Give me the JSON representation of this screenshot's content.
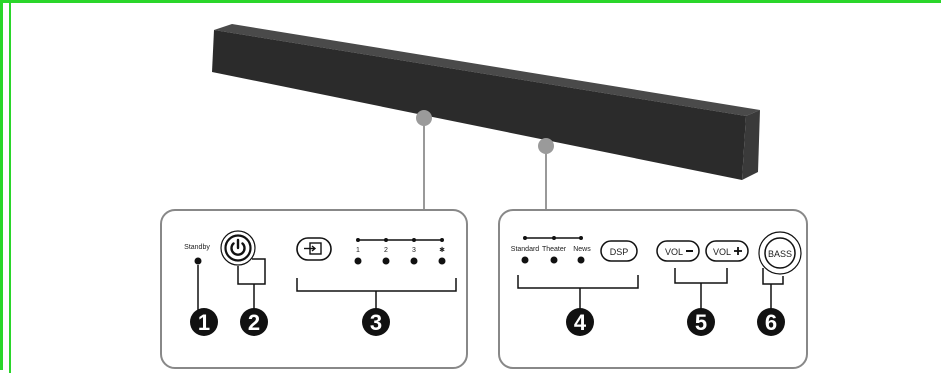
{
  "panel_left": {
    "standby_label": "Standby",
    "source_indicators": [
      "1",
      "2",
      "3",
      "✱"
    ],
    "callouts": [
      "1",
      "2",
      "3"
    ]
  },
  "panel_right": {
    "mode_labels": [
      "Standard",
      "Theater",
      "News"
    ],
    "dsp_label": "DSP",
    "vol_minus_label": "VOL",
    "vol_plus_label": "VOL",
    "bass_label": "BASS",
    "callouts": [
      "4",
      "5",
      "6"
    ]
  },
  "icons": {
    "power": "power-icon",
    "source": "input-source-icon",
    "bluetooth": "bluetooth-icon"
  },
  "colors": {
    "border_green": "#2ad62a",
    "panel_border": "#888888",
    "soundbar": "#2b2b2b",
    "callout": "#111111"
  }
}
